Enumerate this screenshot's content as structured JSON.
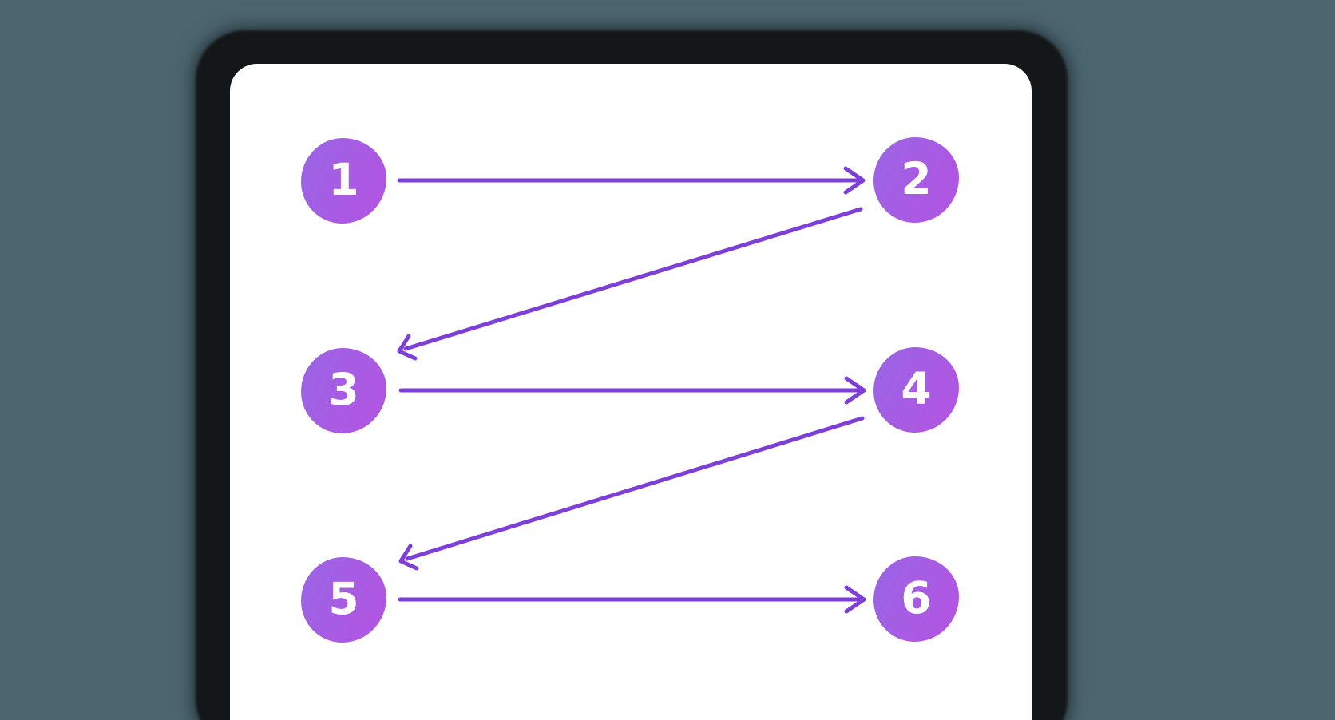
{
  "page": {
    "background_color": "#4c6670"
  },
  "card": {
    "background_color": "#ffffff",
    "shadow_color": "#141719"
  },
  "diagram": {
    "type": "numbered-zigzag-flow",
    "nodes": [
      {
        "id": "1",
        "label": "1"
      },
      {
        "id": "2",
        "label": "2"
      },
      {
        "id": "3",
        "label": "3"
      },
      {
        "id": "4",
        "label": "4"
      },
      {
        "id": "5",
        "label": "5"
      },
      {
        "id": "6",
        "label": "6"
      }
    ],
    "edges": [
      {
        "from": "1",
        "to": "2",
        "direction": "right"
      },
      {
        "from": "2",
        "to": "3",
        "direction": "down-left"
      },
      {
        "from": "3",
        "to": "4",
        "direction": "right"
      },
      {
        "from": "4",
        "to": "5",
        "direction": "down-left"
      },
      {
        "from": "5",
        "to": "6",
        "direction": "right"
      }
    ],
    "colors": {
      "arrow": "#7e3fd8",
      "node_gradient_start": "#9c64e4",
      "node_gradient_end": "#b254e2",
      "node_label": "#ffffff"
    }
  }
}
